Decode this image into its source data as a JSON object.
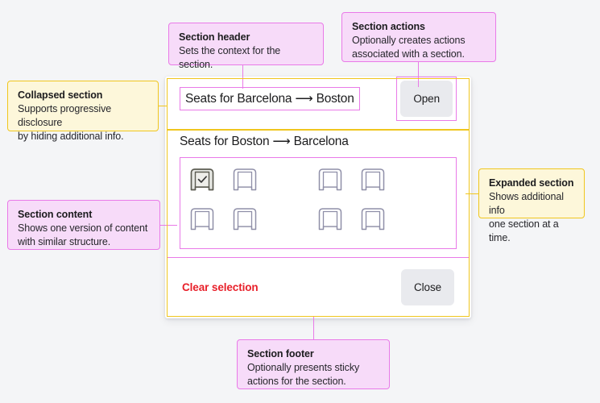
{
  "annotations": {
    "section_header": {
      "title": "Section header",
      "body": "Sets the context for the section."
    },
    "section_actions": {
      "title": "Section actions",
      "body_line1": "Optionally creates actions",
      "body_line2": "associated with a section."
    },
    "collapsed_section": {
      "title": "Collapsed section",
      "body_line1": "Supports progressive disclosure",
      "body_line2": "by hiding additional info."
    },
    "section_content": {
      "title": "Section content",
      "body_line1": "Shows one version of content",
      "body_line2": "with similar structure."
    },
    "expanded_section": {
      "title": "Expanded section",
      "body_line1": "Shows additional info",
      "body_line2": "one section at a time."
    },
    "section_footer": {
      "title": "Section footer",
      "body_line1": "Optionally presents sticky",
      "body_line2": "actions for the section."
    }
  },
  "card": {
    "collapsed": {
      "title": "Seats for Barcelona ⟶ Boston",
      "action_label": "Open"
    },
    "expanded": {
      "title": "Seats for Boston ⟶ Barcelona",
      "seats": [
        [
          {
            "id": "1A",
            "selected": true
          },
          {
            "id": "1B",
            "selected": false
          },
          {
            "id": "1C",
            "selected": false
          },
          {
            "id": "1D",
            "selected": false
          }
        ],
        [
          {
            "id": "2A",
            "selected": false
          },
          {
            "id": "2B",
            "selected": false
          },
          {
            "id": "2C",
            "selected": false
          },
          {
            "id": "2D",
            "selected": false
          }
        ]
      ],
      "selected_icon": "check-icon"
    },
    "footer": {
      "clear_label": "Clear selection",
      "close_label": "Close"
    }
  },
  "colors": {
    "background": "#f4f5f7",
    "card": "#ffffff",
    "annotation_pink_fill": "#f7dbf9",
    "annotation_pink_border": "#e97ae8",
    "annotation_yellow_fill": "#fdf7da",
    "annotation_yellow_border": "#f0c61e",
    "button_grey": "#e9eaee",
    "danger_text": "#e8202a",
    "seat_outline": "#8f8fa8",
    "seat_selected_fill": "#e7e8e4",
    "seat_selected_outline": "#5c5c52"
  }
}
